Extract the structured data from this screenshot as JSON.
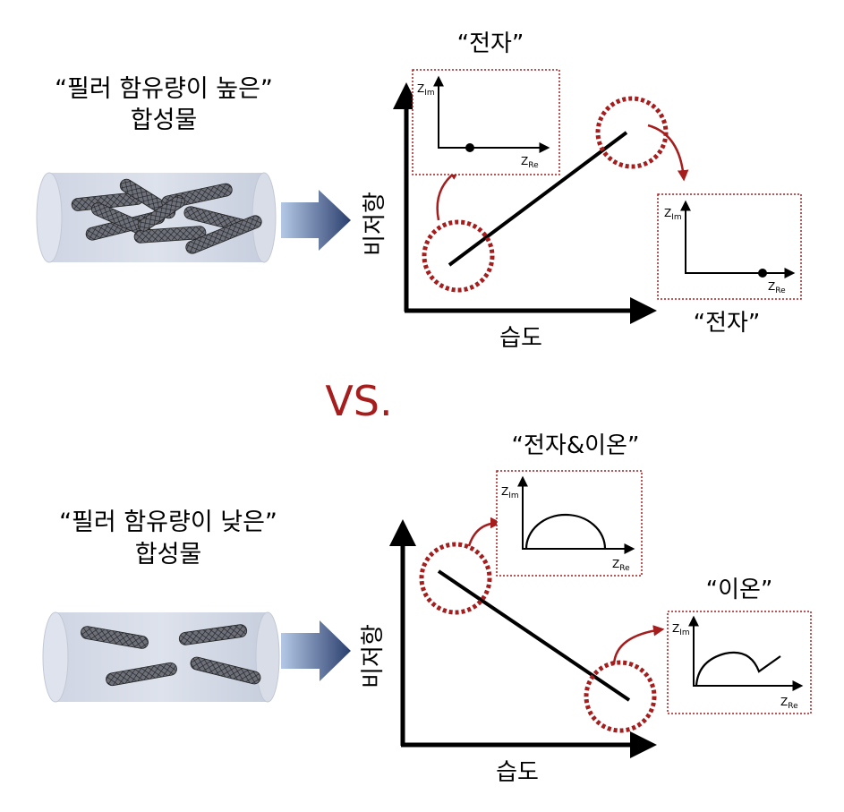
{
  "colors": {
    "accent": "#a51d1d",
    "axis": "#000000",
    "cylinder_fill": "#d4d9e6",
    "cylinder_edge": "#b8bfd1",
    "arrow_light": "#aac0e0",
    "arrow_dark": "#2b3f6e",
    "tube": "#3a3a3a"
  },
  "top": {
    "sample_label_line1": "“필러 함유량이 높은”",
    "sample_label_line2": "합성물",
    "y_axis_label": "비저항",
    "x_axis_label": "습도",
    "inset_low_label": "“전자”",
    "inset_high_label": "“전자”"
  },
  "vs_label": "VS.",
  "bottom": {
    "sample_label_line1": "“필러 함유량이 낮은”",
    "sample_label_line2": "합성물",
    "y_axis_label": "비저항",
    "x_axis_label": "습도",
    "inset_low_label": "“전자&이온”",
    "inset_high_label": "“이온”"
  },
  "inset_axes": {
    "z_letter": "Z",
    "im_sub": "Im",
    "re_sub": "Re"
  }
}
